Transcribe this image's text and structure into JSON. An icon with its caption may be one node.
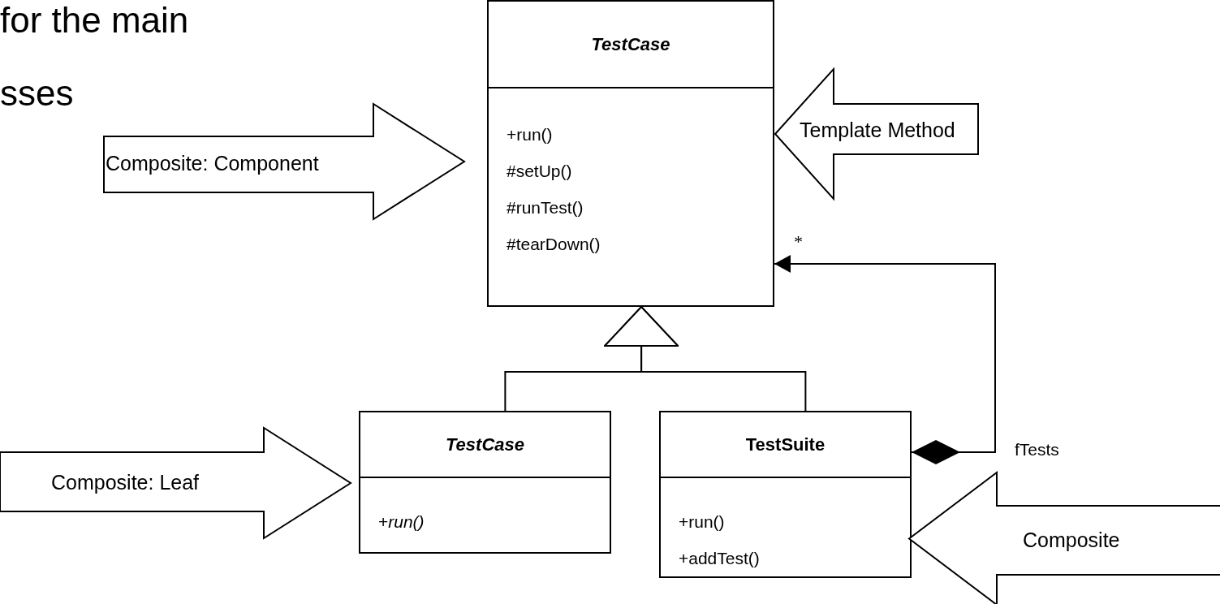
{
  "diagram": {
    "nodes": [
      {
        "text": [
          "TestCase",
          "+run()",
          "#setUp()",
          "#runTest()",
          "#tearDown()"
        ]
      },
      {
        "text": [
          "TestCase",
          "+*run()*"
        ]
      },
      {
        "text": [
          "TestSuite",
          "+run()",
          "+addTest()"
        ]
      },
      {
        "text": [
          "Composite: Component"
        ]
      },
      {
        "text": [
          "Template Method"
        ]
      },
      {
        "text": [
          "Composite: Leaf"
        ]
      },
      {
        "text": [
          "Composite"
        ]
      }
    ],
    "edges": [
      {
        "from": 1,
        "to": 0,
        "arrow": "to"
      },
      {
        "from": 2,
        "to": 0,
        "arrow": "to"
      },
      {
        "from": 2,
        "to": 0,
        "arrow": "to",
        "label": "fTests"
      }
    ],
    "labels": [
      "for the main",
      "sses",
      "*"
    ]
  }
}
